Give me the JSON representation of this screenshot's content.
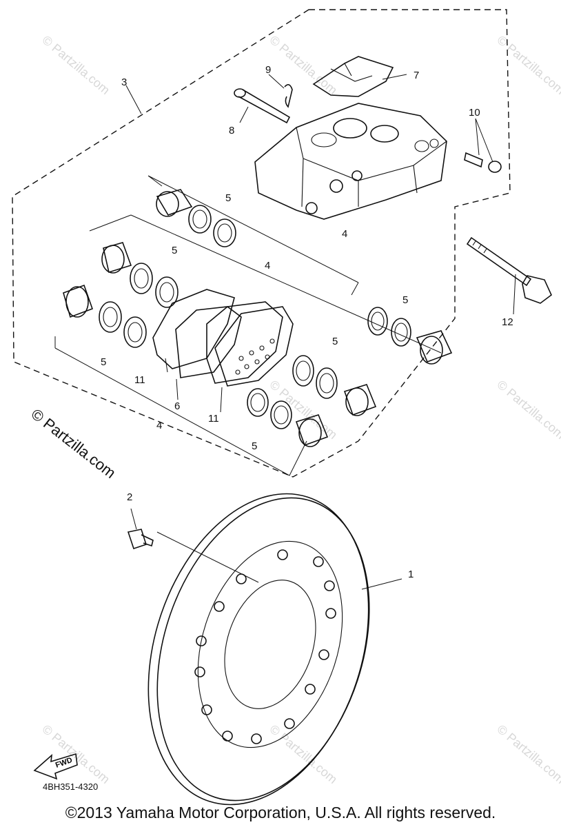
{
  "diagram": {
    "part_code": "4BH351-4320",
    "copyright": "©2013  Yamaha Motor Corporation, U.S.A. All rights reserved.",
    "watermark": "© Partzilla.com",
    "fwd_label": "FWD",
    "callouts": {
      "c1": "1",
      "c2": "2",
      "c3": "3",
      "c4a": "4",
      "c4b": "4",
      "c4c": "4",
      "c5a": "5",
      "c5b": "5",
      "c5c": "5",
      "c5d": "5",
      "c5e": "5",
      "c5f": "5",
      "c6": "6",
      "c7": "7",
      "c8": "8",
      "c9": "9",
      "c10": "10",
      "c11a": "11",
      "c11b": "11",
      "c12": "12"
    }
  }
}
